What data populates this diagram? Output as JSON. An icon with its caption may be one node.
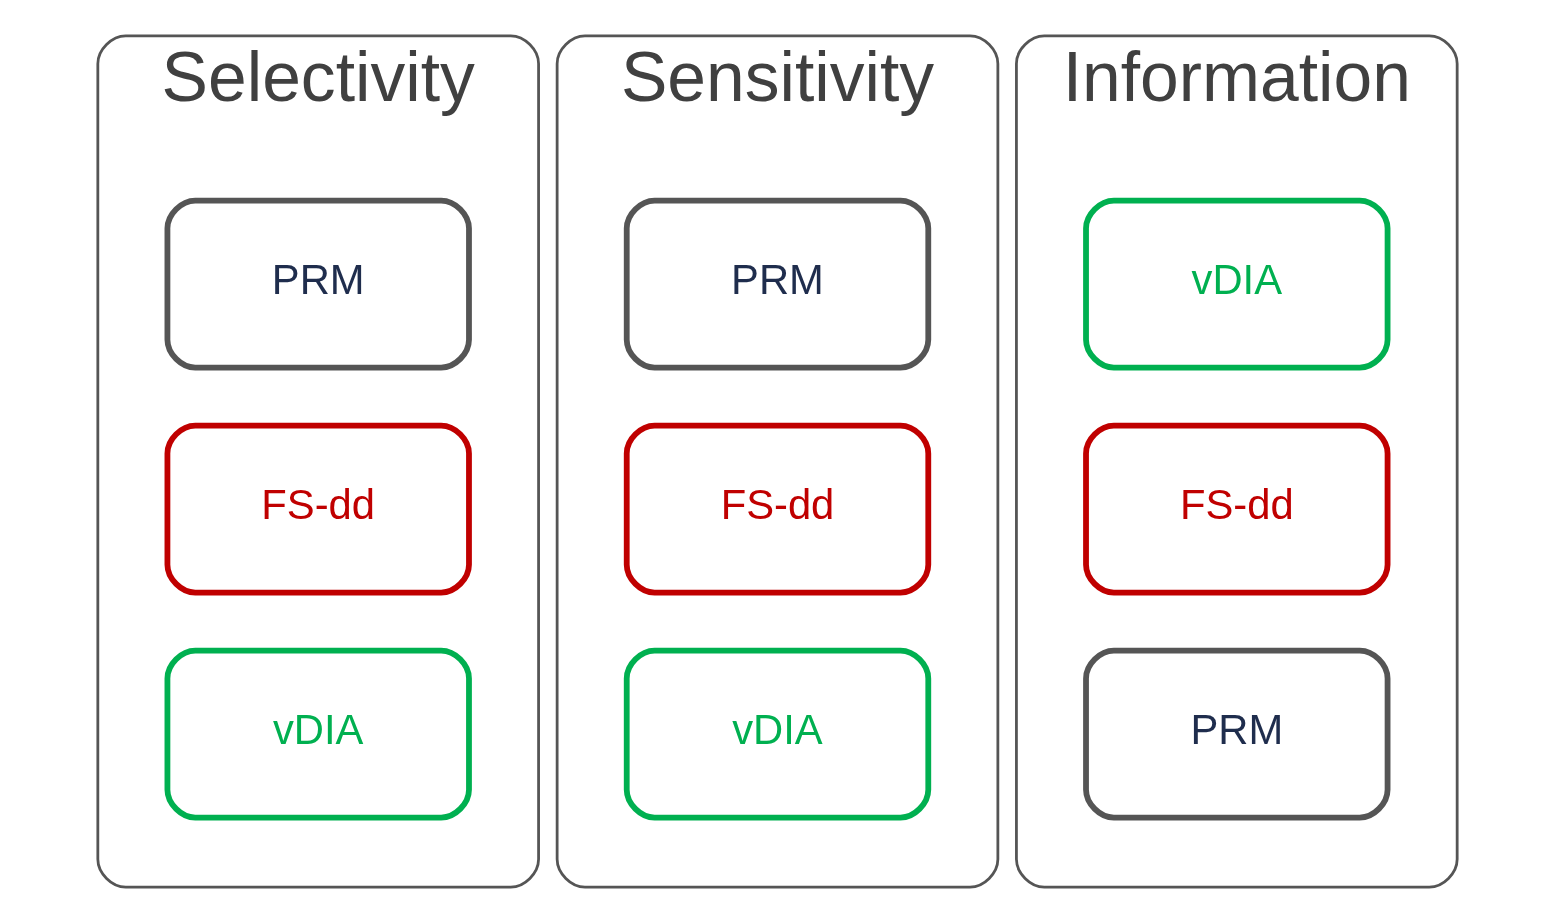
{
  "diagram": {
    "nodes": [
      {
        "text": [
          "Selectivity"
        ]
      },
      {
        "text": [
          "PRM"
        ],
        "in": 0
      },
      {
        "text": [
          "FS-dd"
        ],
        "in": 0
      },
      {
        "text": [
          "vDIA"
        ],
        "in": 0
      },
      {
        "text": [
          "Sensitivity"
        ]
      },
      {
        "text": [
          "PRM"
        ],
        "in": 4
      },
      {
        "text": [
          "FS-dd"
        ],
        "in": 4
      },
      {
        "text": [
          "vDIA"
        ],
        "in": 4
      },
      {
        "text": [
          "Information"
        ]
      },
      {
        "text": [
          "vDIA"
        ],
        "in": 8
      },
      {
        "text": [
          "FS-dd"
        ],
        "in": 8
      },
      {
        "text": [
          "PRM"
        ],
        "in": 8
      }
    ]
  }
}
